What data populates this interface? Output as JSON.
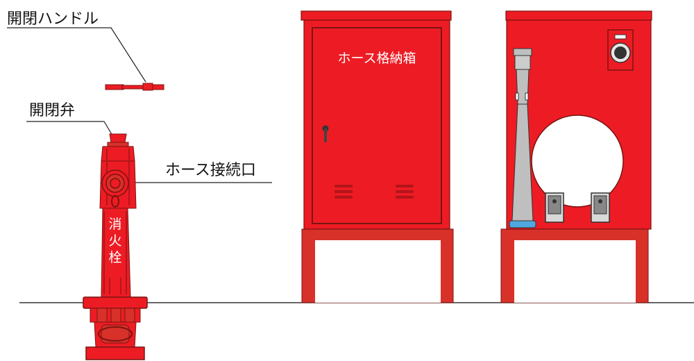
{
  "labels": {
    "handle": "開閉ハンドル",
    "valve": "開閉弁",
    "hose_outlet": "ホース接続口",
    "cabinet": "ホース格納箱",
    "hydrant": "消火栓"
  },
  "hydrant_chars": [
    "消",
    "火",
    "栓"
  ],
  "colors": {
    "red": "#ED1C24",
    "dark_red": "#B3141B",
    "frame_red": "#D8312A",
    "outline": "#7A1410",
    "nozzle_grey": "#BFBFBF",
    "nozzle_blue": "#4FA8DF",
    "ground": "#333333"
  },
  "icons": [
    "handle-icon",
    "valve-cap-icon",
    "door-handle-icon",
    "vent-icon",
    "pressure-gauge-icon",
    "hose-reel-icon",
    "hose-clamp-icon",
    "nozzle-icon"
  ]
}
